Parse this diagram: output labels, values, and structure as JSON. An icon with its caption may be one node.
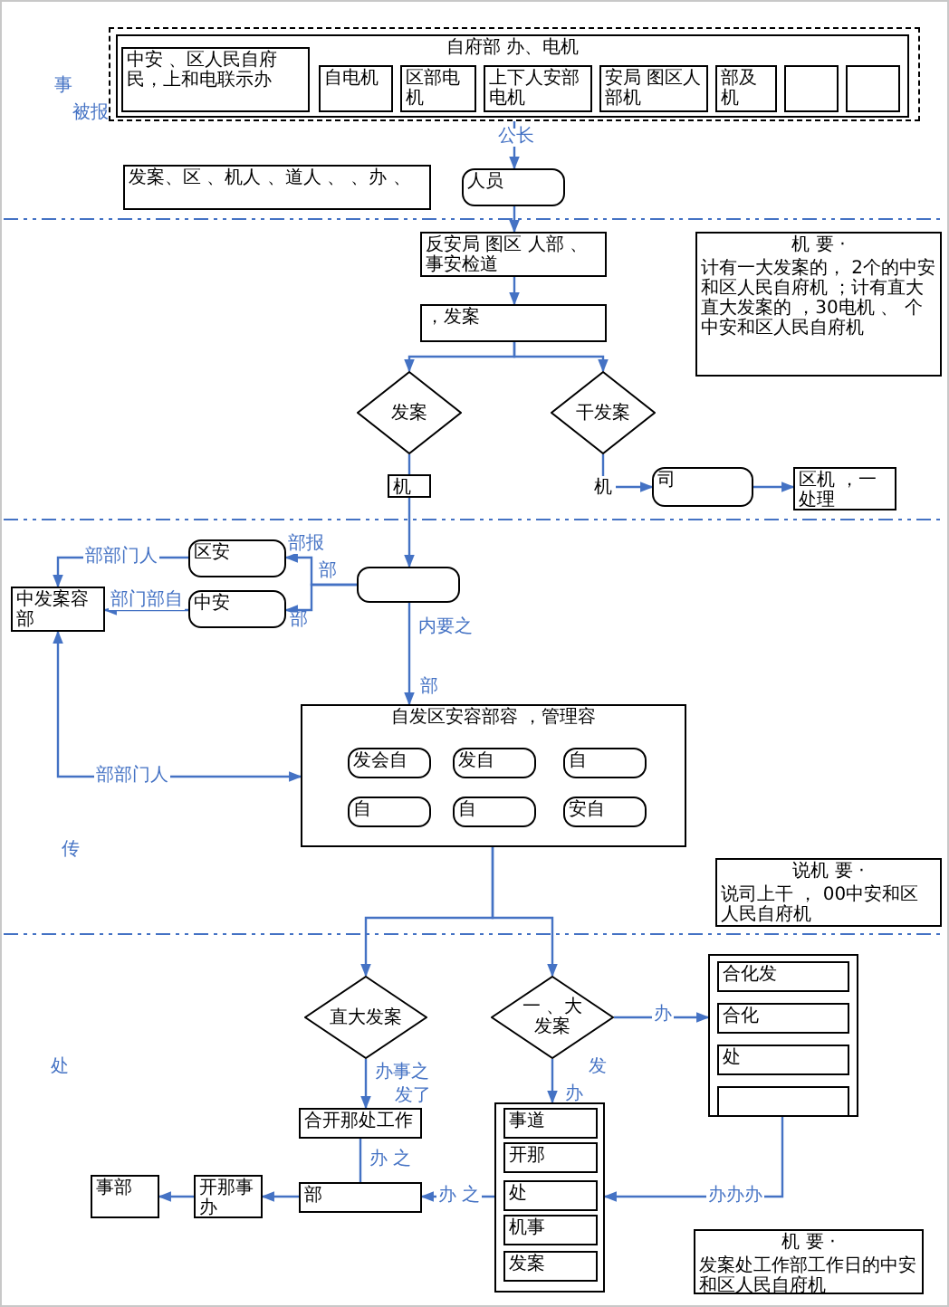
{
  "diagram": {
    "nodes": [
      {
        "text": [],
        "shape": "box"
      },
      {
        "text": [
          "自府部 办、电机"
        ],
        "in": 0
      },
      {
        "text": [
          "中安 、区人民自府民，上和电联示办"
        ],
        "in": 1
      },
      {
        "text": [
          "自电机"
        ],
        "in": 1
      },
      {
        "text": [
          "区部电机"
        ],
        "in": 1
      },
      {
        "text": [
          "上下人安部电机"
        ],
        "in": 1
      },
      {
        "text": [
          "安局 图区人部机"
        ],
        "in": 1
      },
      {
        "text": [
          "部及机"
        ],
        "in": 1
      },
      {
        "text": [],
        "shape": "box",
        "in": 1
      },
      {
        "text": [],
        "shape": "box",
        "in": 1
      },
      {
        "text": [
          "发案、区 、机人 、道人 、 、办 、"
        ]
      },
      {
        "text": [
          "人员"
        ]
      },
      {
        "text": [
          "反安局 图区 人部 、事安检道"
        ]
      },
      {
        "text": [
          "，发案"
        ]
      },
      {
        "text": [
          "发案"
        ]
      },
      {
        "text": [
          "干发案"
        ]
      },
      {
        "text": [
          "机"
        ]
      },
      {
        "text": [
          "机"
        ]
      },
      {
        "text": [
          "司"
        ]
      },
      {
        "text": [
          "区机 ，一处理"
        ]
      },
      {
        "text": [
          "机 要 ·",
          "计有一大发案的， 2个的中安和区人民自府机 ；计有直大直大发案的 ，30电机 、 个中安和区人民自府机"
        ]
      },
      {
        "text": [],
        "shape": "box"
      },
      {
        "text": [
          "区安"
        ]
      },
      {
        "text": [
          "中安"
        ]
      },
      {
        "text": [
          "中发案容部"
        ]
      },
      {
        "text": [
          "自发区安容部容 ，管理容"
        ]
      },
      {
        "text": [
          "发会自"
        ],
        "in": 25
      },
      {
        "text": [
          "发自"
        ],
        "in": 25
      },
      {
        "text": [
          "自"
        ],
        "in": 25
      },
      {
        "text": [
          "自"
        ],
        "in": 25
      },
      {
        "text": [
          "自"
        ],
        "in": 25
      },
      {
        "text": [
          "安自"
        ],
        "in": 25
      },
      {
        "text": [
          "说机 要 ·",
          "说司上干 ， 00中安和区人民自府机"
        ]
      },
      {
        "text": [
          "直大发案"
        ]
      },
      {
        "text": [
          "一 、大发案"
        ]
      },
      {
        "text": [],
        "shape": "box"
      },
      {
        "text": [
          "合化发"
        ],
        "in": 35
      },
      {
        "text": [
          "合化"
        ],
        "in": 35
      },
      {
        "text": [
          "处"
        ],
        "in": 35
      },
      {
        "text": [],
        "shape": "box",
        "in": 35
      },
      {
        "text": [
          "合开那处工作"
        ]
      },
      {
        "text": [],
        "shape": "box"
      },
      {
        "text": [
          "事道"
        ],
        "in": 41
      },
      {
        "text": [
          "开那"
        ],
        "in": 41
      },
      {
        "text": [
          "处"
        ],
        "in": 41
      },
      {
        "text": [
          "机事"
        ],
        "in": 41
      },
      {
        "text": [
          "发案"
        ],
        "in": 41
      },
      {
        "text": [
          "部"
        ]
      },
      {
        "text": [
          "开那事办"
        ]
      },
      {
        "text": [
          "事部"
        ]
      },
      {
        "text": [
          "机 要 ·",
          "发案处工作部工作日的中安和区人民自府机"
        ]
      }
    ],
    "edges": [
      {
        "from": 0,
        "to": 11,
        "arrow": "to",
        "label": "公长"
      },
      {
        "from": 11,
        "to": 12,
        "arrow": "to"
      },
      {
        "from": 12,
        "to": 13,
        "arrow": "to"
      },
      {
        "from": 13,
        "to": 14,
        "arrow": "to"
      },
      {
        "from": 13,
        "to": 15,
        "arrow": "to"
      },
      {
        "from": 14,
        "to": 16,
        "arrow": "none"
      },
      {
        "from": 16,
        "to": 21,
        "arrow": "to"
      },
      {
        "from": 15,
        "to": 17,
        "arrow": "none"
      },
      {
        "from": 17,
        "to": 18,
        "arrow": "to"
      },
      {
        "from": 18,
        "to": 19,
        "arrow": "to"
      },
      {
        "from": 21,
        "to": 22,
        "arrow": "to",
        "label": "部报"
      },
      {
        "from": 21,
        "to": 23,
        "arrow": "to",
        "label": "部"
      },
      {
        "from": 22,
        "to": 24,
        "arrow": "to",
        "label": "部部门人"
      },
      {
        "from": 23,
        "to": 24,
        "arrow": "to",
        "label": "部门部自"
      },
      {
        "from": 24,
        "to": 25,
        "arrow": "both",
        "label": "部部门人"
      },
      {
        "from": 21,
        "to": 25,
        "arrow": "to",
        "label": "内要之"
      },
      {
        "from": 25,
        "to": 33,
        "arrow": "to"
      },
      {
        "from": 25,
        "to": 34,
        "arrow": "to"
      },
      {
        "from": 34,
        "to": 35,
        "arrow": "to",
        "label": "办"
      },
      {
        "from": 33,
        "to": 40,
        "arrow": "to",
        "label": "办事之"
      },
      {
        "from": 34,
        "to": 41,
        "arrow": "to",
        "label": "发"
      },
      {
        "from": 40,
        "to": 47,
        "arrow": "none",
        "label": "办 之"
      },
      {
        "from": 41,
        "to": 47,
        "arrow": "to",
        "label": "办 之"
      },
      {
        "from": 35,
        "to": 41,
        "arrow": "to",
        "label": "办办办"
      },
      {
        "from": 47,
        "to": 48,
        "arrow": "to"
      },
      {
        "from": 48,
        "to": 49,
        "arrow": "to"
      }
    ],
    "labels": [
      "事",
      "被报",
      "部",
      "部",
      "传",
      "发了",
      "办",
      "处"
    ]
  }
}
